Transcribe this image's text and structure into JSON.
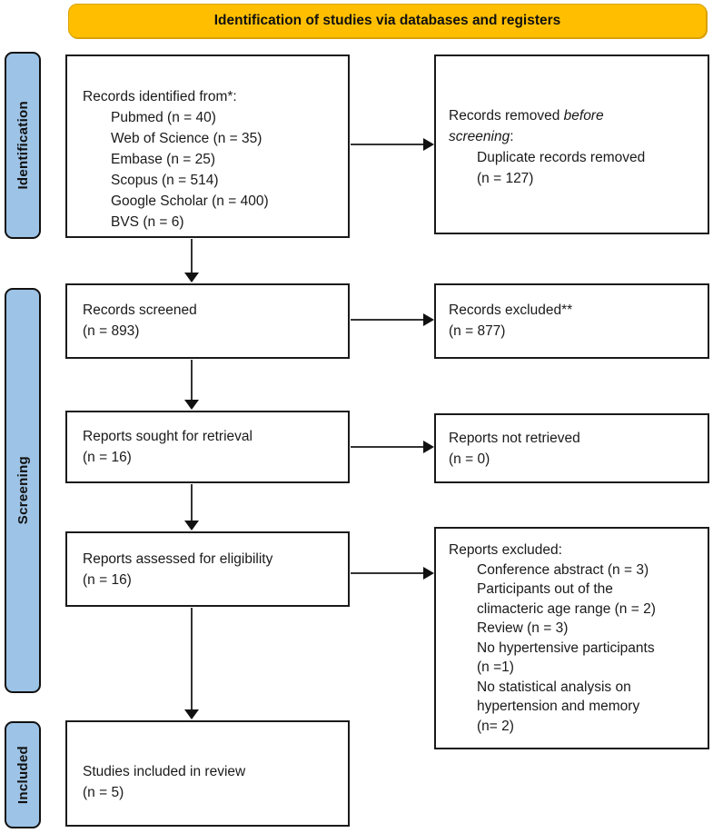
{
  "banner": {
    "label": "Identification of studies via databases and registers"
  },
  "stages": [
    {
      "label": "Identification"
    },
    {
      "label": "Screening"
    },
    {
      "label": "Included"
    }
  ],
  "boxes": {
    "records_identified": {
      "title": "Records identified from*:",
      "items": [
        "Pubmed (n = 40)",
        "Web of Science (n = 35)",
        "Embase (n = 25)",
        "Scopus (n = 514)",
        "Google Scholar (n = 400)",
        "BVS (n = 6)"
      ]
    },
    "records_removed": {
      "prefix": "Records removed ",
      "italic": "before\nscreening",
      "suffix": ":",
      "items": [
        "Duplicate records removed\n(n = 127)"
      ]
    },
    "records_screened": {
      "text": "Records screened\n(n = 893)"
    },
    "records_excluded": {
      "text": "Records excluded**\n(n = 877)"
    },
    "reports_sought": {
      "text": "Reports sought for retrieval\n(n = 16)"
    },
    "reports_not_retrieved": {
      "text": "Reports not retrieved\n(n = 0)"
    },
    "reports_assessed": {
      "text": "Reports assessed for eligibility\n(n = 16)"
    },
    "reports_excluded": {
      "title": "Reports excluded:",
      "items": [
        "Conference abstract (n = 3)",
        "Participants out of the\nclimacteric age range (n = 2)",
        "Review (n = 3)",
        "No hypertensive participants\n(n =1)",
        "No statistical analysis on\nhypertension and memory\n(n= 2)"
      ]
    },
    "studies_included": {
      "text": "Studies included in review\n(n = 5)"
    }
  },
  "colors": {
    "banner_bg": "#FFBF00",
    "banner_border": "#D9A005",
    "stage_bg": "#9DC3E6",
    "stage_border": "#111111",
    "box_border": "#1A1A1A",
    "arrow": "#333333",
    "text": "#1A1A1A"
  }
}
